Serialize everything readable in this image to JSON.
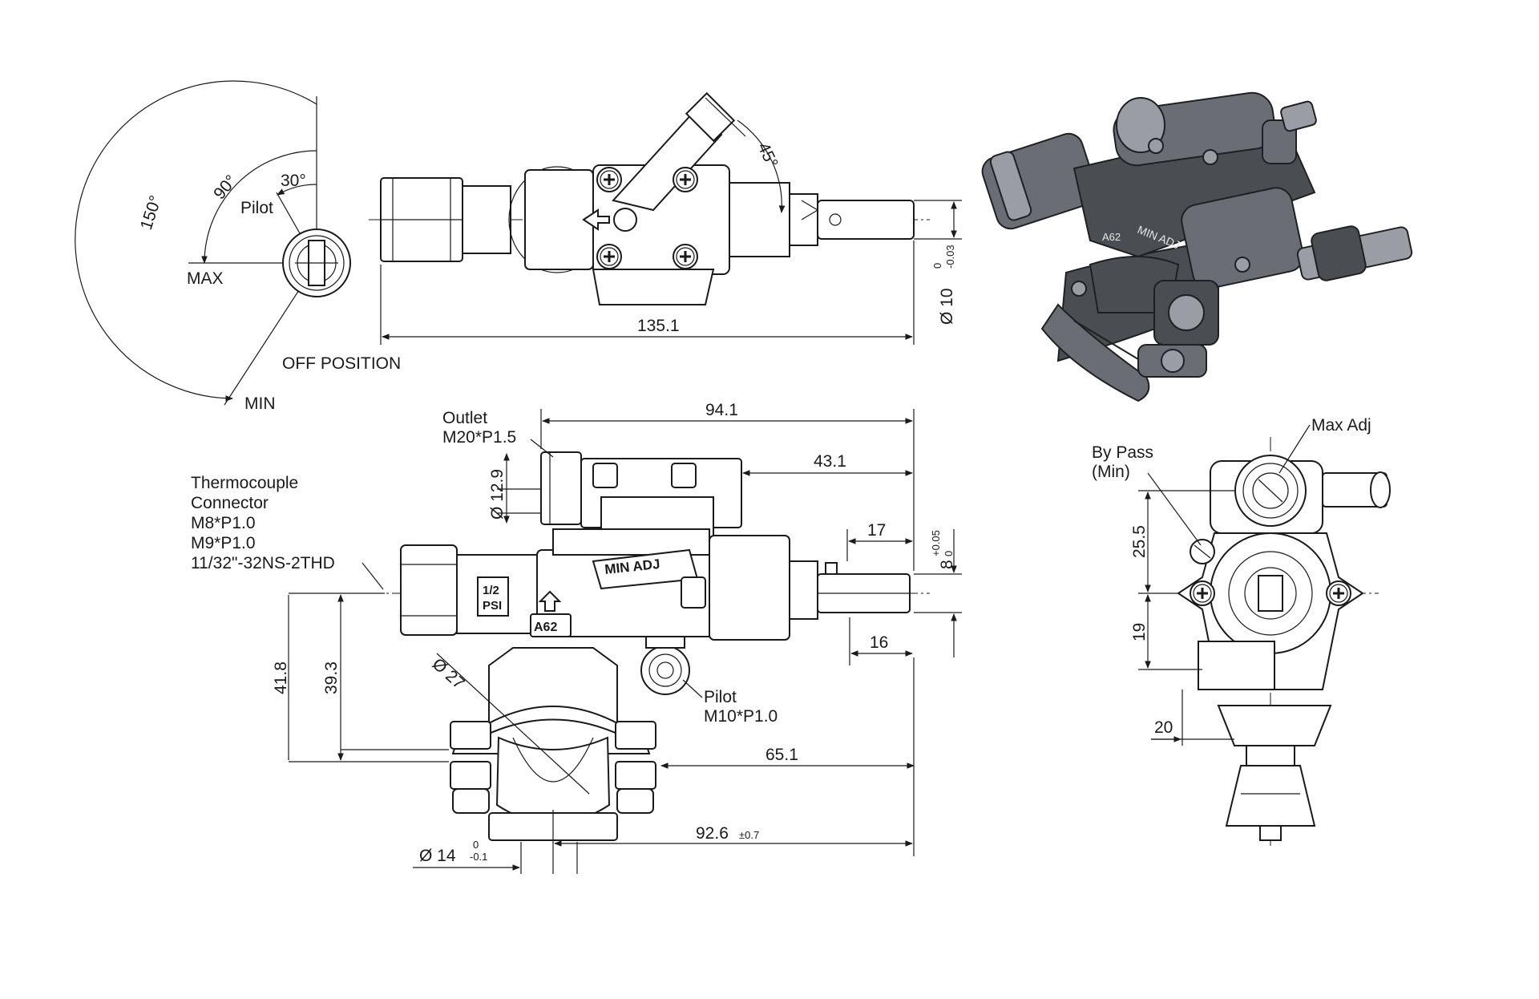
{
  "top_view": {
    "angle_150": "150°",
    "angle_90": "90°",
    "angle_30": "30°",
    "angle_45": "45°",
    "pilot": "Pilot",
    "max": "MAX",
    "min": "MIN",
    "off_position": "OFF POSITION",
    "length": "135.1",
    "shaft_dia": "Ø 10",
    "shaft_tol_upper": "0",
    "shaft_tol_lower": "-0.03"
  },
  "front_view": {
    "outlet_title": "Outlet",
    "outlet_thread": "M20*P1.5",
    "outlet_dia": "Ø 12.9",
    "thermo_line1": "Thermocouple",
    "thermo_line2": "Connector",
    "thermo_line3": "M8*P1.0",
    "thermo_line4": "M9*P1.0",
    "thermo_line5": "11/32\"-32NS-2THD",
    "pilot_title": "Pilot",
    "pilot_thread": "M10*P1.0",
    "dim_94_1": "94.1",
    "dim_43_1": "43.1",
    "dim_17": "17",
    "dim_8": "8",
    "dim_8_tol_upper": "+0.05",
    "dim_8_tol_lower": "0",
    "dim_16": "16",
    "dim_41_8": "41.8",
    "dim_39_3": "39.3",
    "dim_27": "Ø 27",
    "dim_65_1": "65.1",
    "dim_92_6": "92.6",
    "dim_92_6_tol": "±0.7",
    "dim_14": "Ø 14",
    "dim_14_tol_upper": "0",
    "dim_14_tol_lower": "-0.1",
    "badge_psi_top": "1/2",
    "badge_psi_bottom": "PSI",
    "badge_a62": "A62",
    "badge_min_adj": "MIN ADJ"
  },
  "side_view": {
    "bypass_line1": "By Pass",
    "bypass_line2": "(Min)",
    "max_adj": "Max Adj",
    "dim_25_5": "25.5",
    "dim_19": "19",
    "dim_20": "20"
  },
  "iso_view": {
    "label_min_adj": "MIN ADJ",
    "label_a62": "A62"
  },
  "colors": {
    "line": "#1a1a1a",
    "render_dark": "#4a4d52",
    "render_mid": "#6a6e74",
    "render_light": "#9a9ea4"
  }
}
